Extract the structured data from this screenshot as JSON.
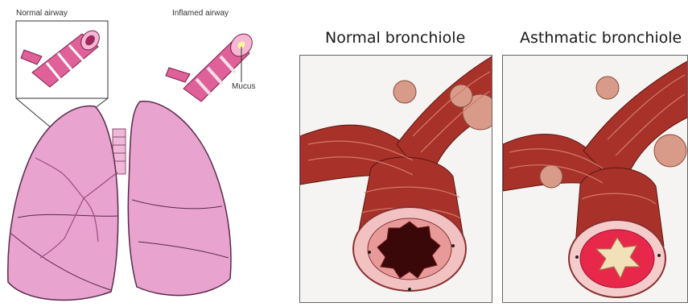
{
  "left_panel": {
    "normal_airway_label": "Normal airway",
    "inflamed_airway_label": "Inflamed airway",
    "mucus_label": "Mucus"
  },
  "right_panel": {
    "normal_title": "Normal bronchiole",
    "asthmatic_title": "Asthmatic bronchiole"
  },
  "colors": {
    "lung": "#e8a3cf",
    "lung_outline": "#5a2a4a",
    "airway_pink": "#e0609a",
    "muscle": "#a8322a",
    "mucosa_normal": "#f2c2c2",
    "mucosa_inflamed": "#e8284a",
    "lumen": "#3a0808"
  }
}
